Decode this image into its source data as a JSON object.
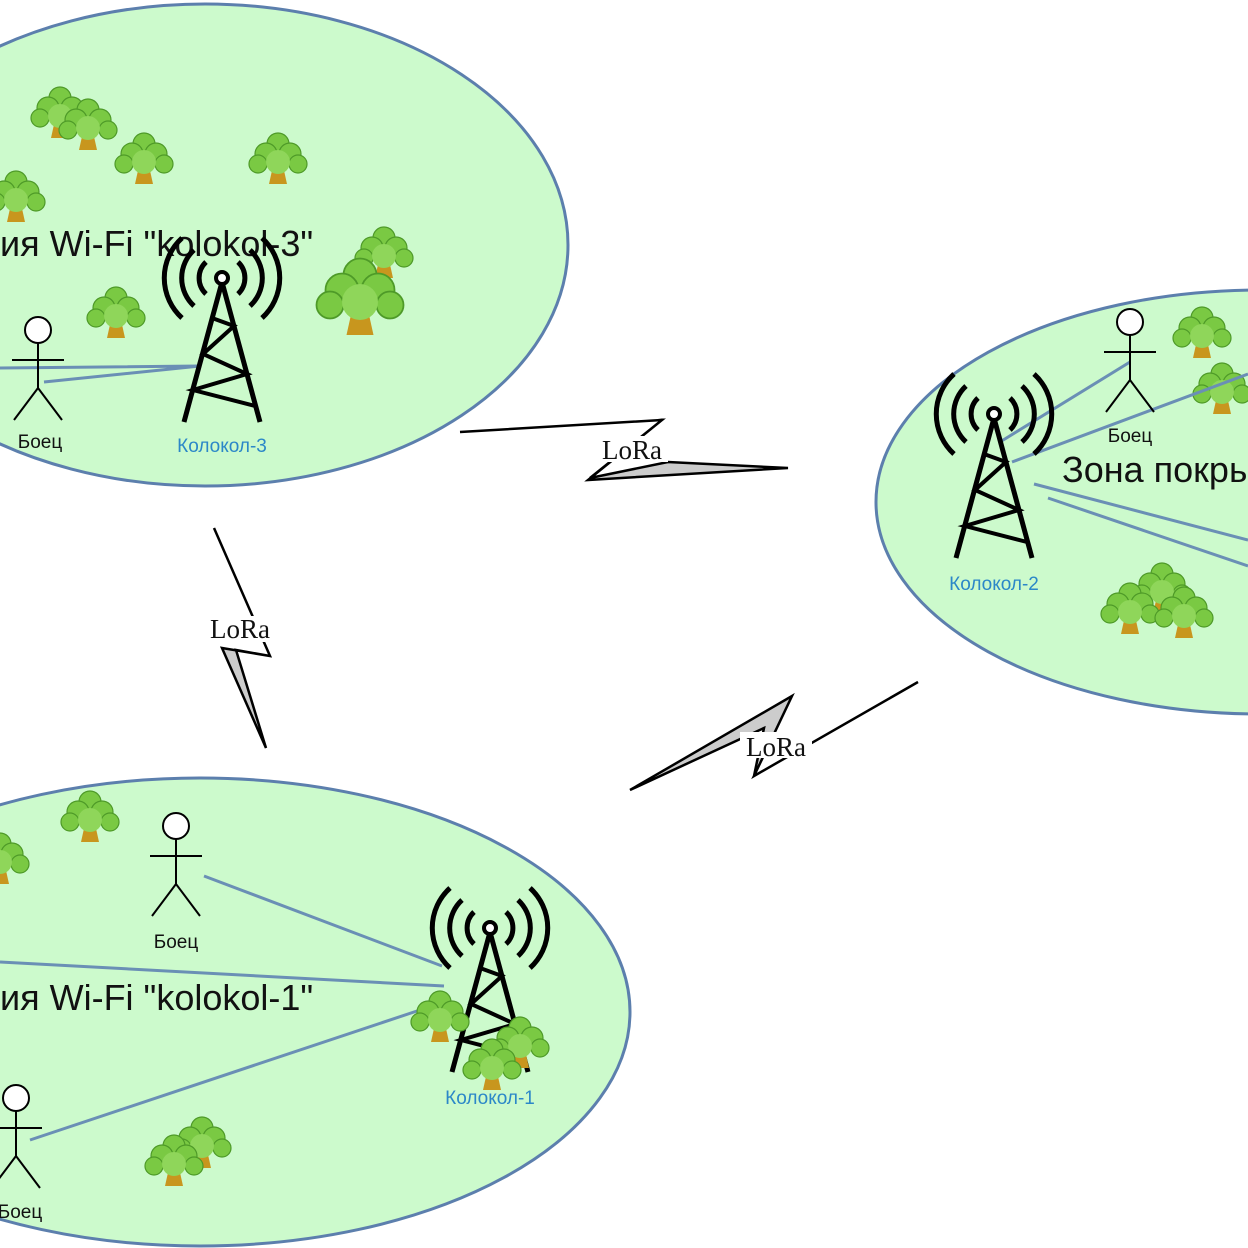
{
  "zones": {
    "kolokol3": {
      "title": "ия Wi-Fi \"kolokol-3\"",
      "tower_label": "Колокол-3",
      "fighter_label": "Боец"
    },
    "kolokol2": {
      "title": "Зона покры",
      "tower_label": "Колокол-2",
      "fighter_label": "Боец"
    },
    "kolokol1": {
      "title": "ия Wi-Fi \"kolokol-1\"",
      "tower_label": "Колокол-1",
      "fighter_top_label": "Боец",
      "fighter_bottom_label": "Боец"
    }
  },
  "links": {
    "k3_k2": "LoRa",
    "k3_k1": "LoRa",
    "k1_k2": "LoRa"
  },
  "colors": {
    "zone_fill": "#ccfacc",
    "zone_stroke": "#5c7fad",
    "wifi_line": "#6a8fb5",
    "tree_green": "#7ac943",
    "trunk": "#c8961e",
    "tower_label": "#2b87c8",
    "bolt_fill": "#cccccc"
  }
}
